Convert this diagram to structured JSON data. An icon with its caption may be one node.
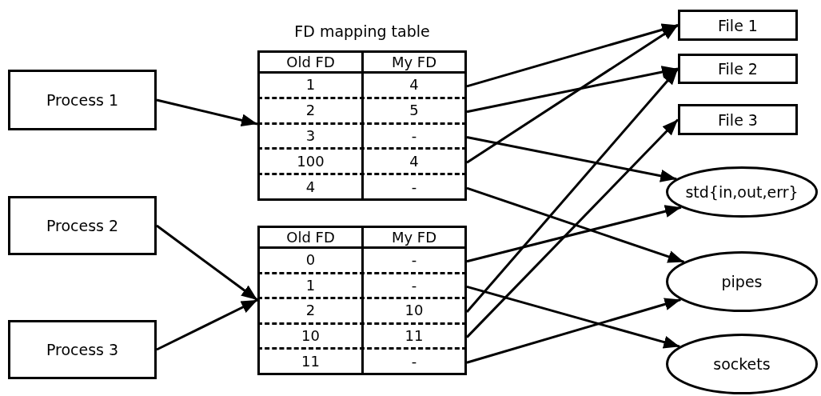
{
  "diagram": {
    "nodes": [
      {
        "text": [
          "Process 1"
        ]
      },
      {
        "text": [
          "Process 2"
        ]
      },
      {
        "text": [
          "Process 3"
        ]
      },
      {
        "text": [
          "FD mapping table"
        ]
      },
      {
        "text": [
          "Old FD",
          "My FD"
        ],
        "in": 3
      },
      {
        "text": [
          "1",
          "4"
        ],
        "in": 3
      },
      {
        "text": [
          "2",
          "5"
        ],
        "in": 3
      },
      {
        "text": [
          "3",
          "-"
        ],
        "in": 3
      },
      {
        "text": [
          "100",
          "4"
        ],
        "in": 3
      },
      {
        "text": [
          "4",
          "-"
        ],
        "in": 3
      },
      {
        "text": [],
        "shape": "box"
      },
      {
        "text": [
          "Old FD",
          "My FD"
        ],
        "in": 10
      },
      {
        "text": [
          "0",
          "-"
        ],
        "in": 10
      },
      {
        "text": [
          "1",
          "-"
        ],
        "in": 10
      },
      {
        "text": [
          "2",
          "10"
        ],
        "in": 10
      },
      {
        "text": [
          "10",
          "11"
        ],
        "in": 10
      },
      {
        "text": [
          "11",
          "-"
        ],
        "in": 10
      },
      {
        "text": [
          "File 1"
        ]
      },
      {
        "text": [
          "File 2"
        ]
      },
      {
        "text": [
          "File 3"
        ]
      },
      {
        "text": [
          "std{in,out,err}"
        ]
      },
      {
        "text": [
          "pipes"
        ]
      },
      {
        "text": [
          "sockets"
        ]
      }
    ],
    "edges": [
      {
        "from": 0,
        "to": 3,
        "arrow": "to"
      },
      {
        "from": 1,
        "to": 10,
        "arrow": "to"
      },
      {
        "from": 2,
        "to": 10,
        "arrow": "to"
      },
      {
        "from": 5,
        "to": 17,
        "arrow": "to"
      },
      {
        "from": 6,
        "to": 18,
        "arrow": "to"
      },
      {
        "from": 7,
        "to": 20,
        "arrow": "to"
      },
      {
        "from": 8,
        "to": 17,
        "arrow": "to"
      },
      {
        "from": 9,
        "to": 21,
        "arrow": "to"
      },
      {
        "from": 12,
        "to": 20,
        "arrow": "to"
      },
      {
        "from": 13,
        "to": 22,
        "arrow": "to"
      },
      {
        "from": 14,
        "to": 18,
        "arrow": "to"
      },
      {
        "from": 15,
        "to": 19,
        "arrow": "to"
      },
      {
        "from": 16,
        "to": 21,
        "arrow": "to"
      }
    ]
  }
}
